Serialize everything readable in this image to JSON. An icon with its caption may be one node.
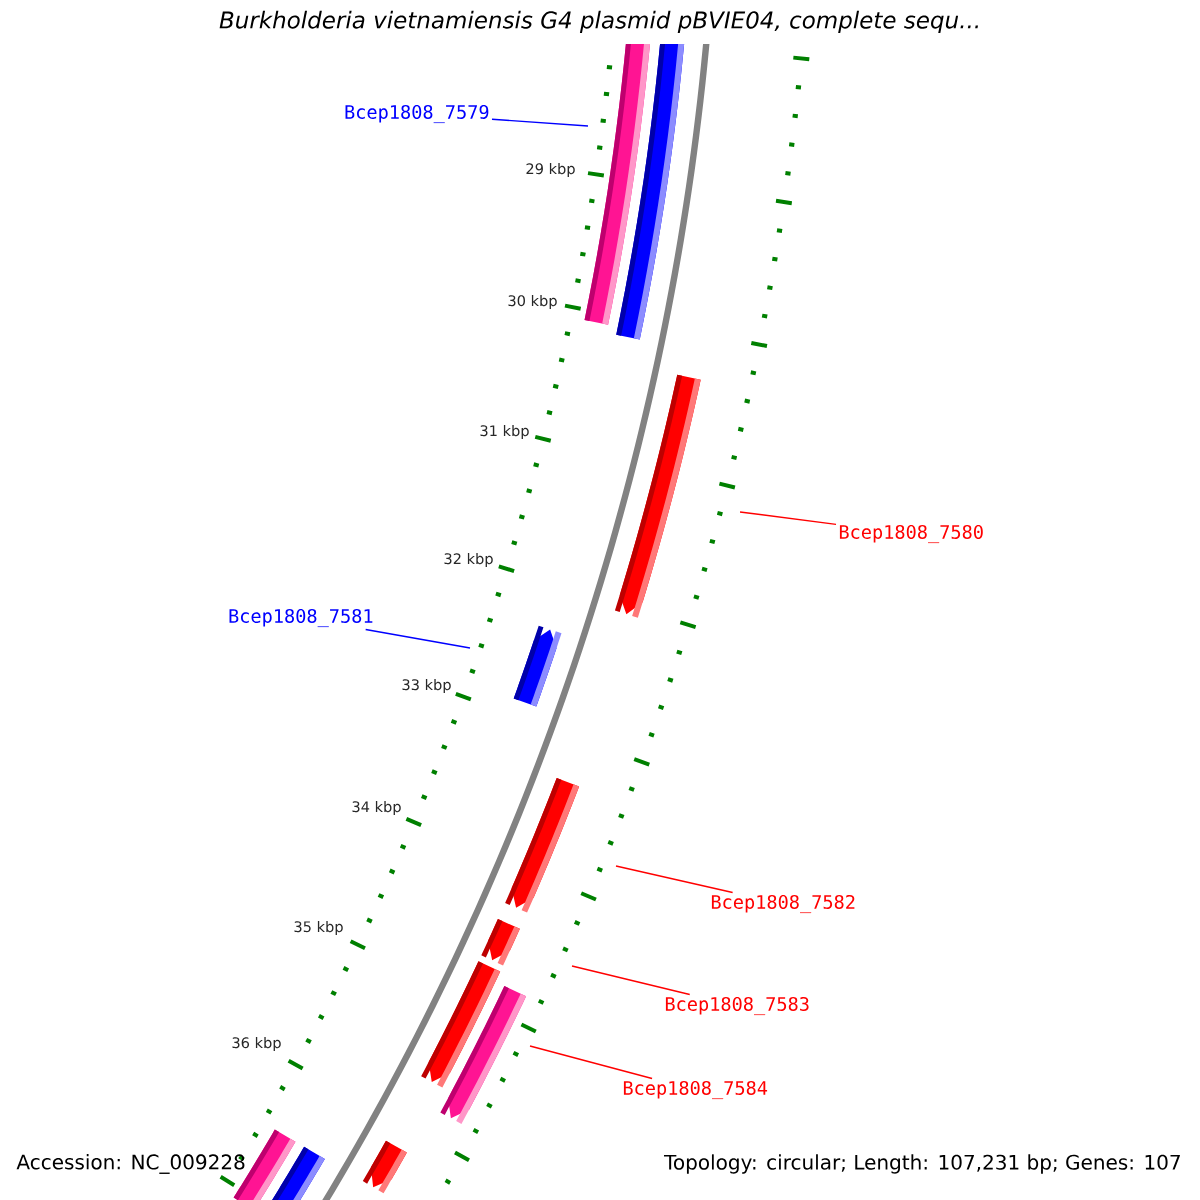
{
  "diagram": {
    "title": "Burkholderia vietnamiensis G4 plasmid pBVIE04, complete sequ...",
    "nodes": [
      {
        "text": [
          "Bcep1808_7579"
        ]
      },
      {
        "text": [
          "Bcep1808_7580"
        ]
      },
      {
        "text": [
          "Bcep1808_7581"
        ]
      },
      {
        "text": [
          "Bcep1808_7582"
        ]
      },
      {
        "text": [
          "Bcep1808_7583"
        ]
      },
      {
        "text": [
          "Bcep1808_7584"
        ]
      }
    ],
    "edges": [
      {
        "from": 0,
        "to": null,
        "arrow": "none",
        "color": "#0000ff"
      },
      {
        "from": 1,
        "to": null,
        "arrow": "none"
      },
      {
        "from": 2,
        "to": null,
        "arrow": "none",
        "color": "#0000ff"
      },
      {
        "from": 3,
        "to": null,
        "arrow": "none"
      },
      {
        "from": 4,
        "to": null,
        "arrow": "none"
      },
      {
        "from": 5,
        "to": null,
        "arrow": "none"
      }
    ],
    "labels": [
      "29 kbp",
      "30 kbp",
      "31 kbp",
      "32 kbp",
      "33 kbp",
      "34 kbp",
      "35 kbp",
      "36 kbp",
      "Accession: NC_009228",
      "Topology: circular; Length: 107,231 bp; Genes: 107"
    ]
  }
}
